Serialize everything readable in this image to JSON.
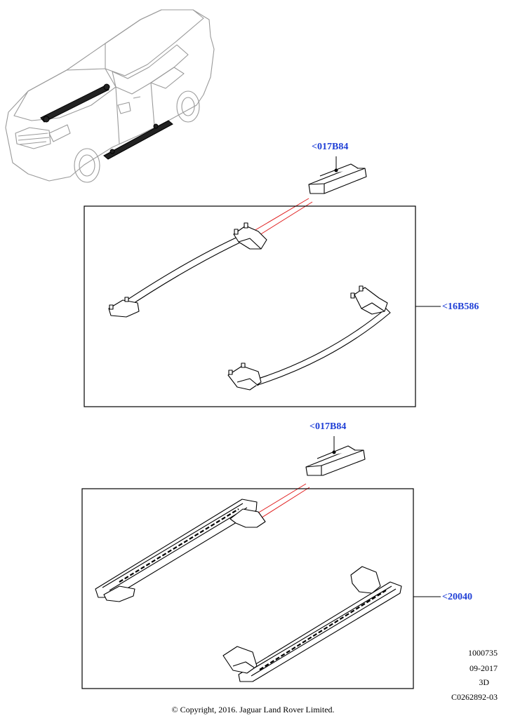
{
  "callouts": {
    "upper_cover": "<017B84",
    "roof_rails": "<16B586",
    "lower_cover": "<017B84",
    "side_steps": "<20040"
  },
  "meta": {
    "ref": "1000735",
    "date": "09-2017",
    "view": "3D",
    "code": "C0262892-03"
  },
  "copyright": "© Copyright, 2016. Jaguar Land Rover Limited.",
  "colors": {
    "callout": "#1f3fd6",
    "leader_highlight": "#e02020",
    "line": "#000000",
    "vehicle_outline": "#9a9a9a"
  }
}
